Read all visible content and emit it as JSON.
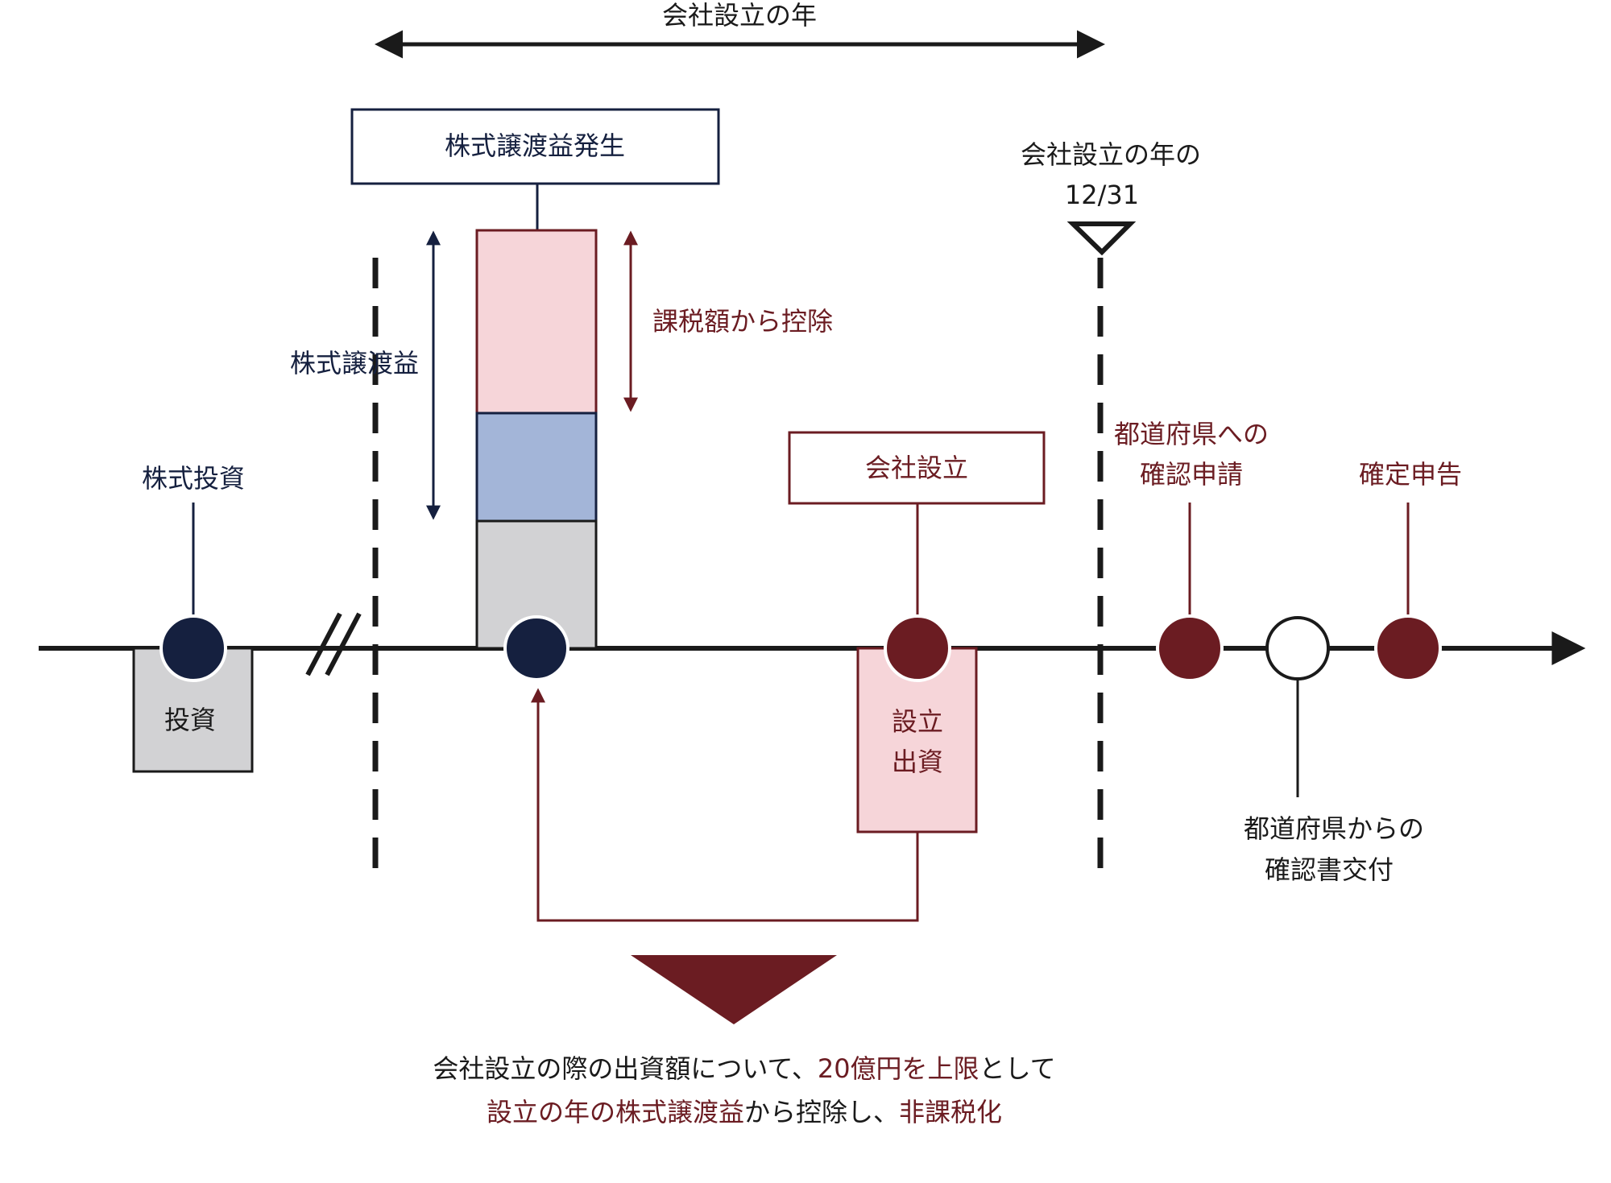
{
  "header": {
    "company_year": "会社設立の年"
  },
  "labels": {
    "gain_occurs": "株式譲渡益発生",
    "stock_gain": "株式譲渡益",
    "deduct_from_tax": "課税額から控除",
    "stock_investment": "株式投資",
    "investment": "投資",
    "company_established": "会社設立",
    "setup_capital_line1": "設立",
    "setup_capital_line2": "出資",
    "year_end_line1": "会社設立の年の",
    "year_end_line2": "12/31",
    "pref_application_line1": "都道府県への",
    "pref_application_line2": "確認申請",
    "tax_return": "確定申告",
    "pref_certificate_line1": "都道府県からの",
    "pref_certificate_line2": "確認書交付"
  },
  "summary": {
    "line1_part1": "会社設立の際の出資額について、",
    "line1_part2": "20億円を上限",
    "line1_part3": "として",
    "line2_part1": "設立の年の株式譲渡益",
    "line2_part2": "から控除し、",
    "line2_part3": "非課税化"
  },
  "colors": {
    "navy": "#15203f",
    "maroon": "#6b1c22",
    "pink_fill": "#f6d5d9",
    "blue_fill": "#a3b5d8",
    "gray_fill": "#d2d2d4"
  }
}
